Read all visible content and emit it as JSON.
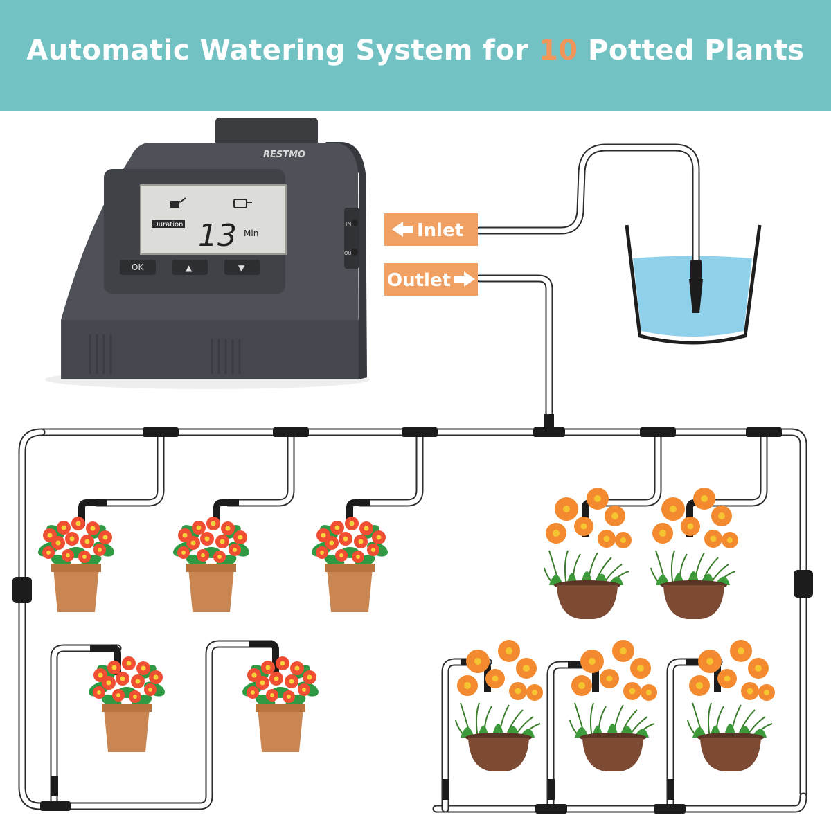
{
  "header": {
    "title_before": "Automatic Watering System for ",
    "title_highlight": "10",
    "title_after": " Potted Plants",
    "background_color": "#72c2c4",
    "highlight_color": "#f0955b"
  },
  "device": {
    "brand": "RESTMO",
    "screen": {
      "mode_label": "Duration",
      "value": "13",
      "unit": "Min",
      "left_icon": "watering-can-icon",
      "right_icon": "faucet-icon"
    },
    "buttons": {
      "ok_label": "OK",
      "up_label": "▲",
      "down_label": "▼"
    },
    "ports": {
      "in_label": "IN",
      "out_label": "OUT"
    },
    "body_color": "#4e5157"
  },
  "tags": {
    "inlet_label": "Inlet",
    "outlet_label": "Outlet",
    "tag_color": "#f0a062"
  },
  "water": {
    "color": "#8fd0ea"
  },
  "plants": {
    "count": 10,
    "red_flower_pots": 5,
    "orange_flower_pots": 5
  }
}
